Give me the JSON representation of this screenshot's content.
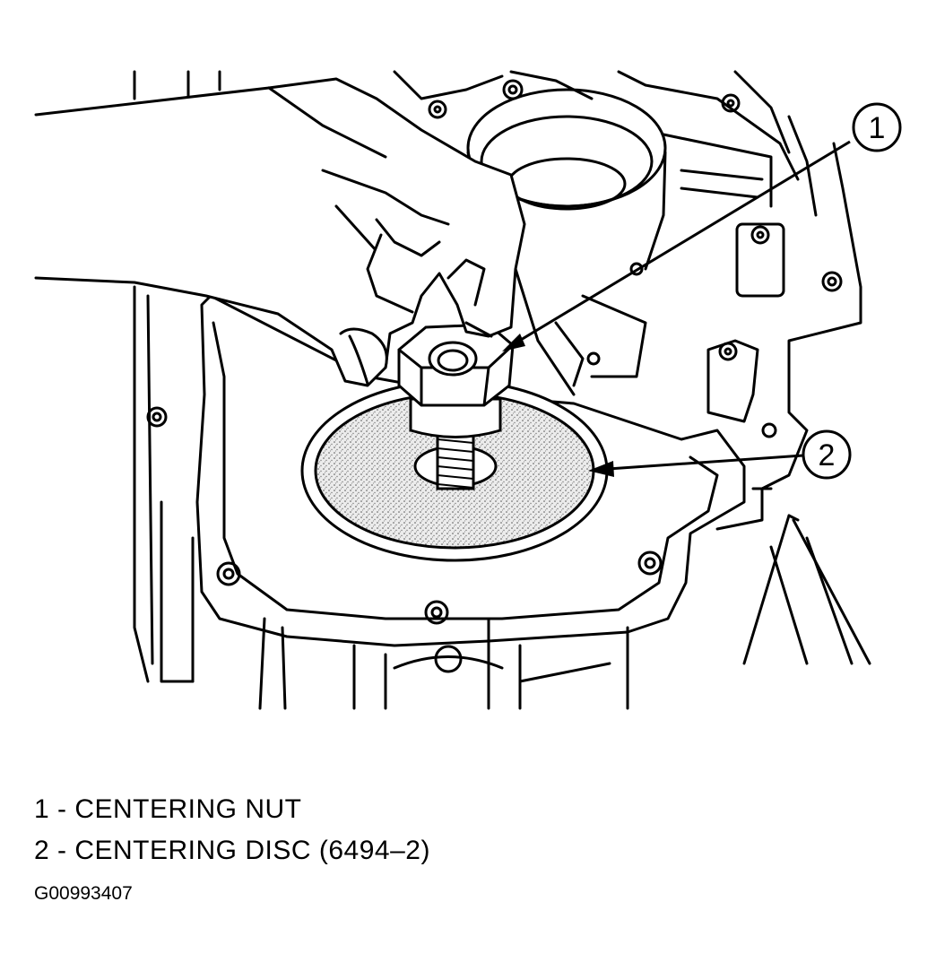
{
  "callouts": [
    {
      "number": "1",
      "target": "centering-nut"
    },
    {
      "number": "2",
      "target": "centering-disc"
    }
  ],
  "legend": [
    {
      "number": "1",
      "text": "1 - CENTERING NUT"
    },
    {
      "number": "2",
      "text": "2 - CENTERING DISC (6494–2)"
    }
  ],
  "figure_id": "G00993407",
  "colors": {
    "line": "#000000",
    "background": "#ffffff",
    "disc_fill": "#d8d8d8"
  }
}
